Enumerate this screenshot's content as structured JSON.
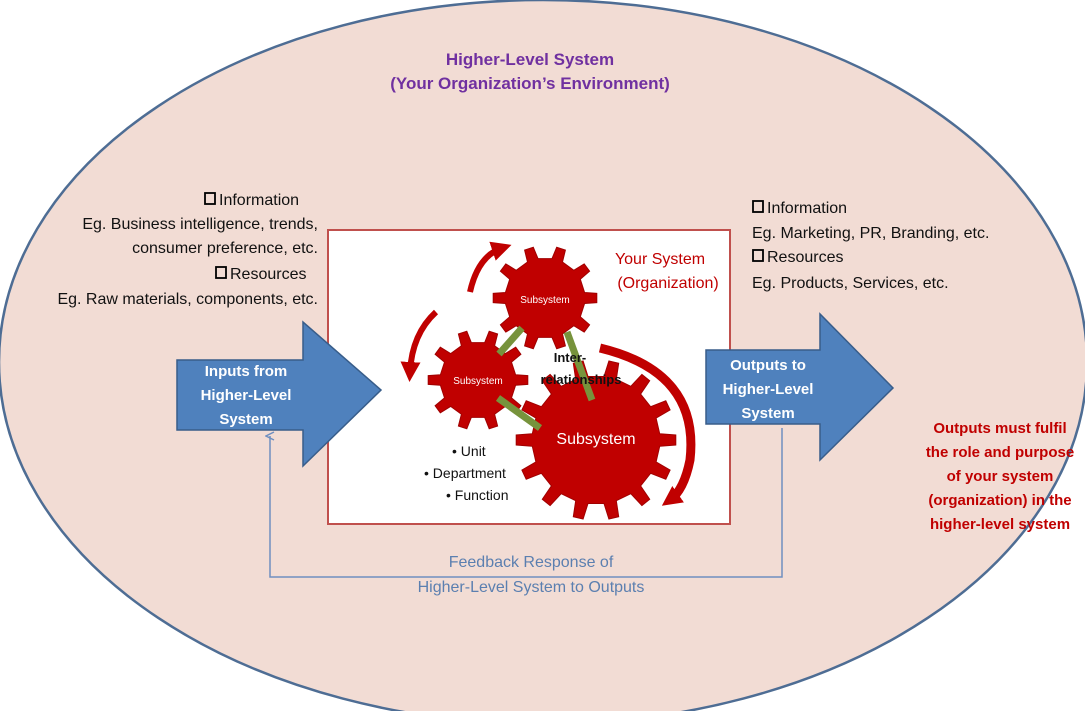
{
  "environment": {
    "title_line1": "Higher-Level System",
    "title_line2": "(Your Organization’s Environment)"
  },
  "inputs_text": {
    "info_heading": "Information",
    "info_example_line1": "Eg. Business intelligence, trends,",
    "info_example_line2": "consumer preference, etc.",
    "resources_heading": "Resources",
    "resources_example": "Eg. Raw materials, components, etc."
  },
  "outputs_text": {
    "info_heading": "Information",
    "info_example": "Eg. Marketing, PR, Branding, etc.",
    "resources_heading": "Resources",
    "resources_example": "Eg. Products, Services, etc."
  },
  "input_arrow": {
    "line1": "Inputs from",
    "line2": "Higher-Level",
    "line3": "System"
  },
  "output_arrow": {
    "line1": "Outputs to",
    "line2": "Higher-Level",
    "line3": "System"
  },
  "system": {
    "title_line1": "Your System",
    "title_line2": "(Organization)",
    "gear_top": "Subsystem",
    "gear_left": "Subsystem",
    "gear_big": "Subsystem",
    "interrelationships_line1": "Inter-",
    "interrelationships_line2": "relationships",
    "bullets": [
      "Unit",
      "Department",
      "Function"
    ]
  },
  "feedback": {
    "line1": "Feedback Response of",
    "line2": "Higher-Level System to Outputs"
  },
  "outputs_note": {
    "line1": "Outputs must fulfil",
    "line2": "the role and purpose",
    "line3": "of your system",
    "line4": "(organization) in the",
    "line5": "higher-level system"
  },
  "colors": {
    "environment_fill": "#f2dcd4",
    "environment_stroke": "#4e6d94",
    "title_purple": "#7030a0",
    "system_red": "#c00000",
    "gear_red": "#c00000",
    "arrow_blue": "#4f81bd",
    "connector_green": "#77933c",
    "feedback_text": "#5b7fb0",
    "note_red": "#c00000"
  }
}
